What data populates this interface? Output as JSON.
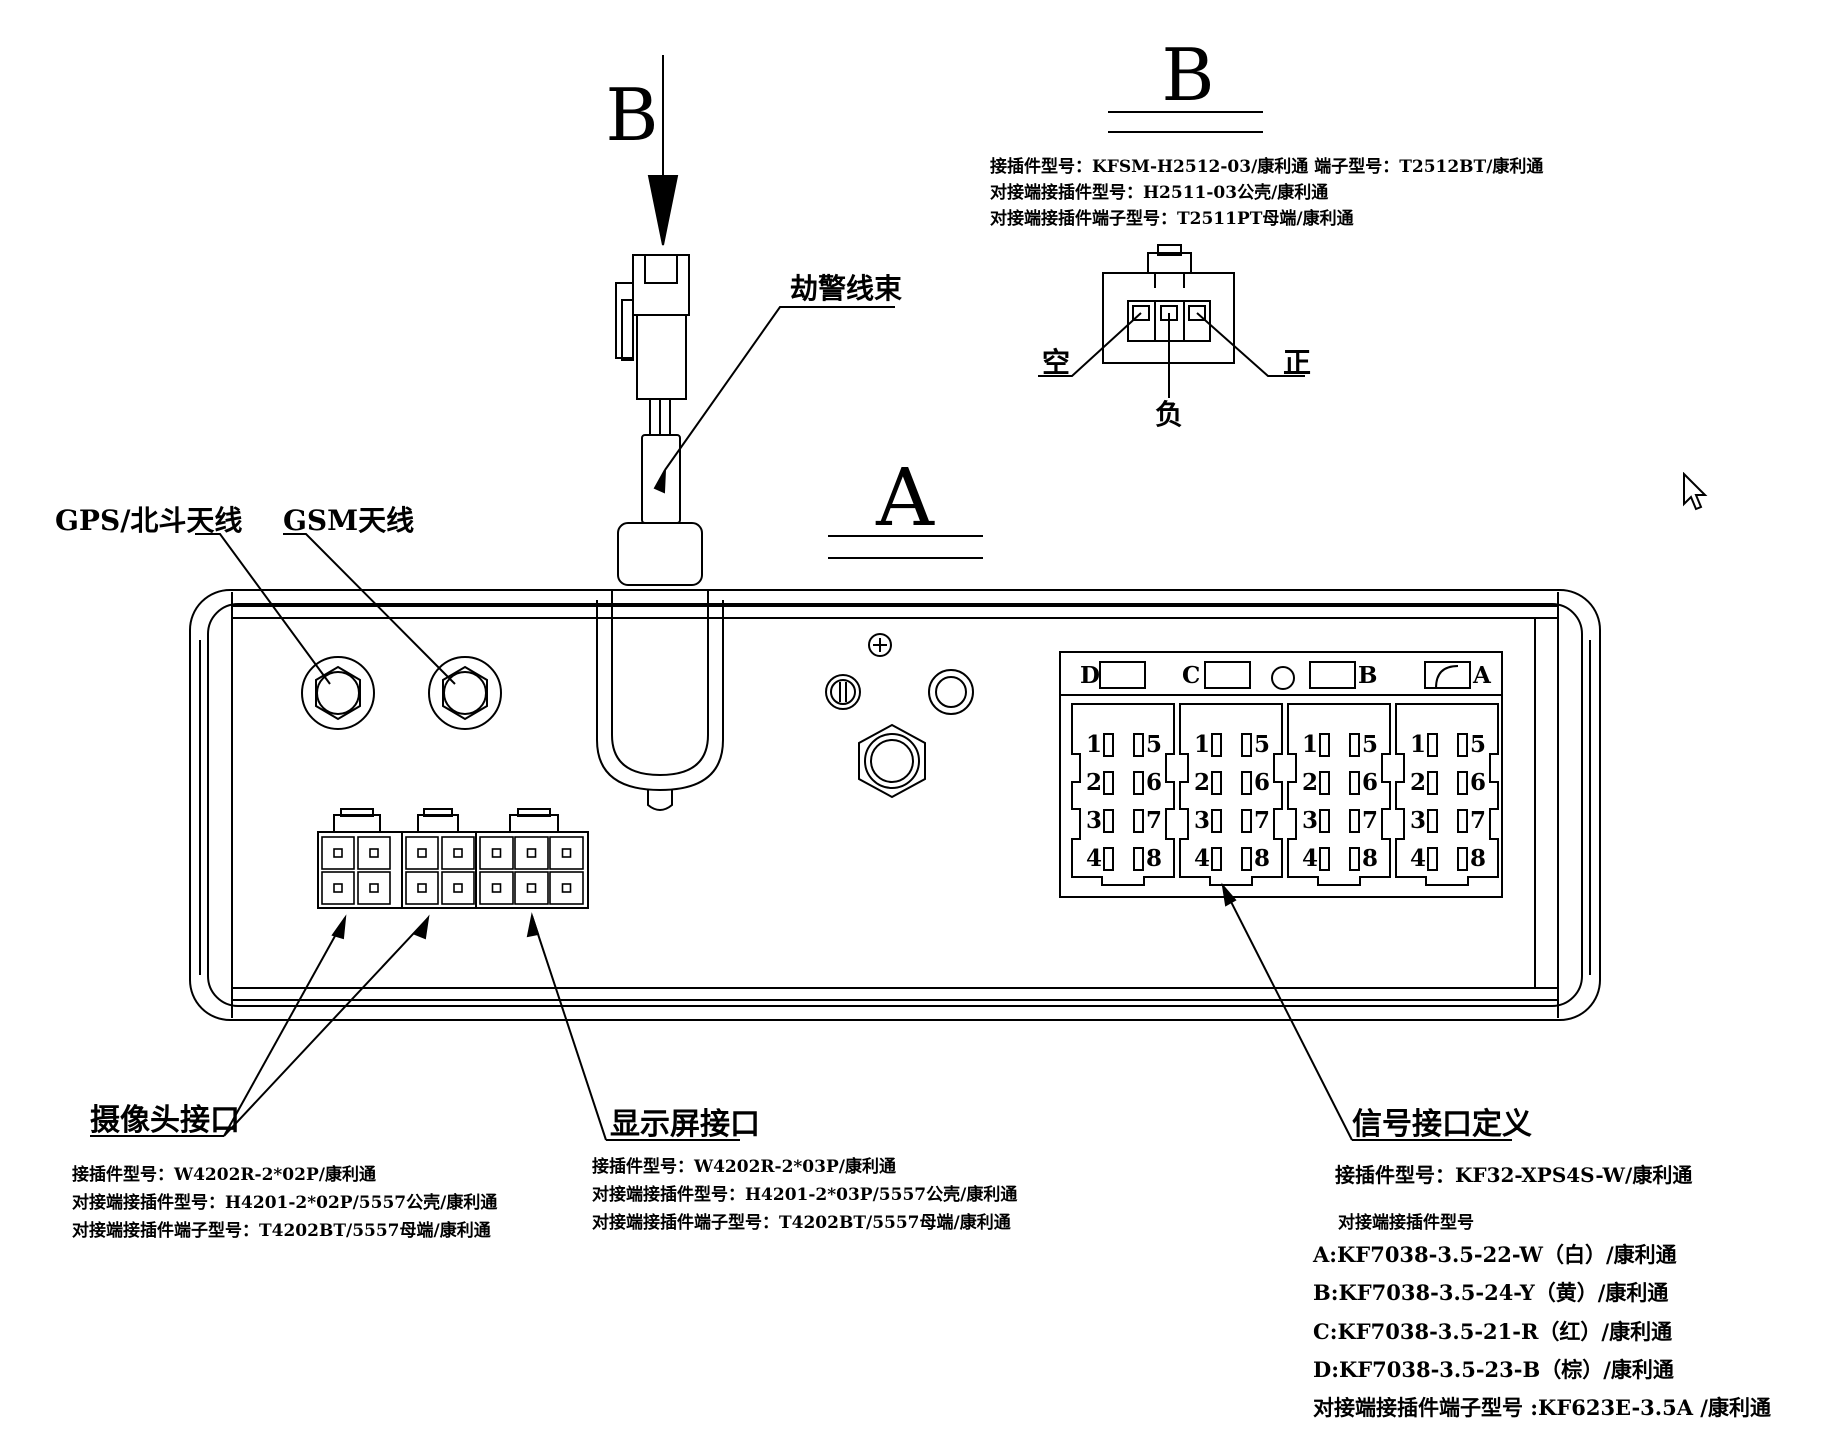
{
  "view_labels": {
    "a": "A",
    "b_top": "B",
    "b_detail": "B"
  },
  "alarm_harness": {
    "label": "劫警线束"
  },
  "b_detail": {
    "spec_lines": [
      "接插件型号：KFSM-H2512-03/康利通  端子型号：T2512BT/康利通",
      "对接端接插件型号：H2511-03公壳/康利通",
      "对接端接插件端子型号：T2511PT母端/康利通"
    ],
    "pins": {
      "left": "空",
      "middle": "负",
      "right": "正"
    }
  },
  "antennas": {
    "gps": "GPS/北斗天线",
    "gsm": "GSM天线"
  },
  "signal_block": {
    "headers": [
      "D",
      "C",
      "B",
      "A"
    ],
    "pin_left": [
      "1",
      "2",
      "3",
      "4"
    ],
    "pin_right": [
      "5",
      "6",
      "7",
      "8"
    ]
  },
  "camera": {
    "title": "摄像头接口",
    "lines": [
      "接插件型号：W4202R-2*02P/康利通",
      "对接端接插件型号：H4201-2*02P/5557公壳/康利通",
      "对接端接插件端子型号：T4202BT/5557母端/康利通"
    ]
  },
  "display": {
    "title": "显示屏接口",
    "lines": [
      "接插件型号：W4202R-2*03P/康利通",
      "对接端接插件型号：H4201-2*03P/5557公壳/康利通",
      "对接端接插件端子型号：T4202BT/5557母端/康利通"
    ]
  },
  "signal": {
    "title": "信号接口定义",
    "model": "接插件型号：KF32-XPS4S-W/康利通",
    "mating_header": "对接端接插件型号",
    "mating": [
      "A:KF7038-3.5-22-W（白）/康利通",
      "B:KF7038-3.5-24-Y（黄）/康利通",
      "C:KF7038-3.5-21-R（红）/康利通",
      "D:KF7038-3.5-23-B（棕）/康利通"
    ],
    "terminal": "对接端接插件端子型号 :KF623E-3.5A /康利通"
  }
}
